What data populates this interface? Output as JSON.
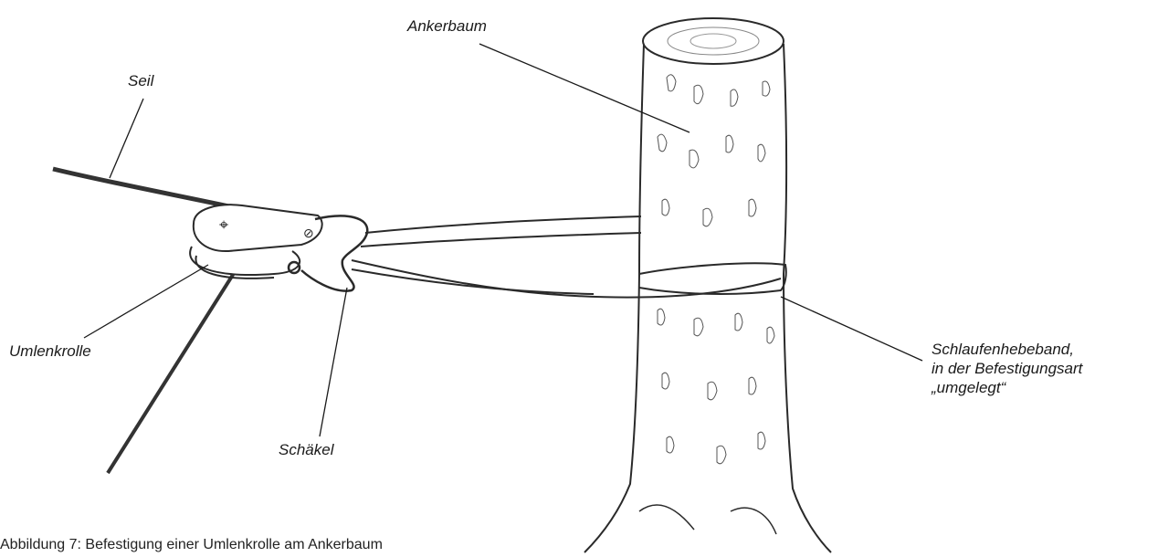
{
  "labels": {
    "ankerbaum": "Ankerbaum",
    "seil": "Seil",
    "umlenkrolle": "Umlenkrolle",
    "schaekel": "Schäkel",
    "schlaufenhebeband": [
      "Schlaufenhebeband,",
      "in der Befestigungsart",
      "„umgelegt“"
    ]
  },
  "caption": "Abbildung 7: Befestigung einer Umlenkrolle am Ankerbaum"
}
